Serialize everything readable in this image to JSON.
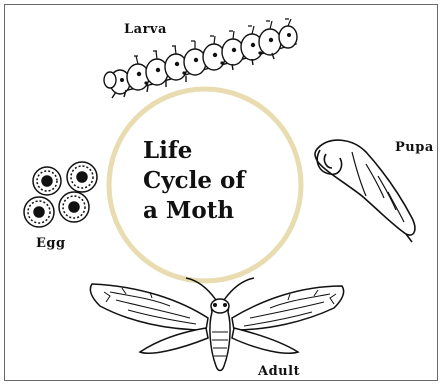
{
  "diagram": {
    "title_lines": [
      "Life",
      "Cycle of",
      "a Moth"
    ],
    "stages": {
      "larva": "Larva",
      "pupa": "Pupa",
      "egg": "Egg",
      "adult": "Adult"
    },
    "ring_color": "#e8dcb0",
    "line_color": "#111111"
  }
}
